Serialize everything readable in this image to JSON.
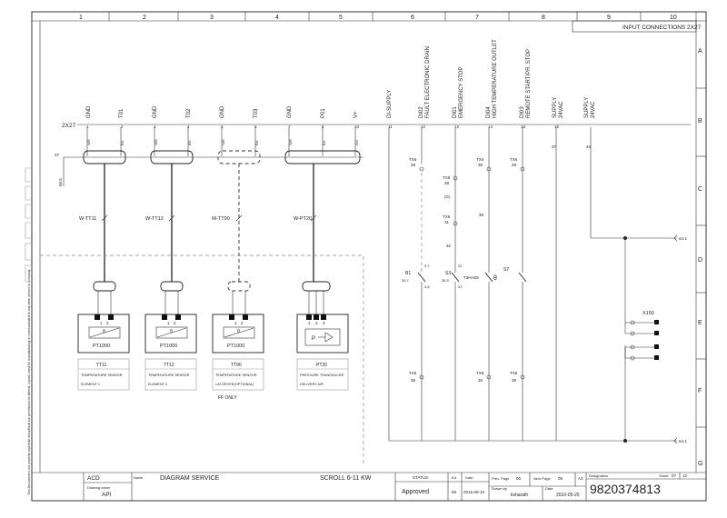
{
  "sheet_title": "INPUT CONNECTIONS 2X27",
  "columns": [
    "1",
    "2",
    "3",
    "4",
    "5",
    "6",
    "7",
    "8",
    "9",
    "10"
  ],
  "rows": [
    "A",
    "B",
    "C",
    "D",
    "E",
    "F",
    "G"
  ],
  "terminal_strip": {
    "name": "2X27",
    "signals": [
      "GND",
      "T01",
      "GND",
      "T02",
      "GND",
      "T03",
      "GND",
      "P01",
      "V+",
      "DI-SUPPLY",
      "DI02",
      "DI01",
      "DI04",
      "DI03",
      "SUPPLY",
      "SUPPLY"
    ],
    "signal_descriptions": [
      "",
      "",
      "",
      "",
      "",
      "",
      "",
      "",
      "",
      "",
      "FAULT ELECTRONIC DRAIN",
      "EMERGENCY STOP",
      "HIGH TEMPERATURE OUTLET",
      "REMOTE START/PR. STOP",
      "24VAC",
      "24VAC"
    ],
    "numbers": [
      "1",
      "2",
      "3",
      "4",
      "5",
      "6",
      "7",
      "8",
      "10",
      "11",
      "12",
      "13",
      "14",
      "15",
      "16"
    ]
  },
  "wire_colors": [
    "WH",
    "BN",
    "WH",
    "BN",
    "WH",
    "BN",
    "WH",
    "BN",
    "GN"
  ],
  "cables": [
    "W-TT11",
    "W-TT12",
    "W-TT90",
    "W-PT20"
  ],
  "sensors": [
    {
      "tag": "TT11",
      "device": "PT1000",
      "line1": "TEMPERATURE SENSOR",
      "line2": "ELEMENT 1",
      "pins": [
        "1",
        "2"
      ]
    },
    {
      "tag": "TT12",
      "device": "PT1000",
      "line1": "TEMPERATURE SENSOR",
      "line2": "ELEMENT 2",
      "pins": [
        "1",
        "2"
      ]
    },
    {
      "tag": "TT90",
      "device": "PT1000",
      "line1": "TEMPERATURE SENSOR",
      "line2": "LAT.DRYER(OPTIONAL)",
      "pins": [
        "1",
        "2"
      ]
    },
    {
      "tag": "PT20",
      "device": "P",
      "line1": "PRESSURE TRANSDUCER",
      "line2": "DELIVERY AIR",
      "pins": [
        "1",
        "2",
        "3"
      ]
    }
  ],
  "theta": "θ",
  "ff_only": "FF ONLY",
  "connectors": {
    "tx6": "TX6",
    "refs_top": [
      "38",
      "39",
      "39",
      "39"
    ],
    "mid": [
      "36",
      "31",
      "32",
      "33"
    ],
    "bottom_refs": [
      "38",
      "36",
      "39",
      "39"
    ],
    "g": "(G)"
  },
  "contacts": [
    {
      "tag": "B1",
      "sub": "26.7",
      "pins": [
        "3.7",
        "3.8"
      ]
    },
    {
      "tag": "S3",
      "sub": "35.3",
      "pins": [
        "22",
        "21"
      ]
    },
    {
      "tag": "S7",
      "sub": "T3HH25",
      "pins": []
    }
  ],
  "x150": "X150",
  "links": {
    "left": "56.5",
    "out1": "64.1",
    "out2": "64.1",
    "supply_nums": [
      "37",
      "43"
    ]
  },
  "left_margin_note": "This Document is our property and shall not without our permission be altered, copied, used for manufacturing or communicated to any other person or company.",
  "title_block": {
    "org": "ACD",
    "name_label": "Name",
    "name": "DIAGRAM SERVICE",
    "product": "SCROLL 6-11 KW",
    "drawing_owner_label": "Drawing owner",
    "drawing_owner": "API",
    "status_label": "STATUS",
    "status": "Approved",
    "ed_label": "Ed.",
    "ed": "06",
    "date_label": "Date",
    "date": "2015-09-15",
    "prev_page_label": "Prev. Page",
    "prev_page": "06",
    "next_page_label": "Next Page",
    "next_page": "08",
    "size": "A3",
    "designation_label": "Designation",
    "designation": "9820374813",
    "sheet_label": "Sheet",
    "sheet": "07",
    "sheet_total": "12",
    "drawn_by_label": "Drawn by",
    "drawn_by": "ksharath",
    "date2_label": "Date",
    "date2": "2010-05-20"
  }
}
